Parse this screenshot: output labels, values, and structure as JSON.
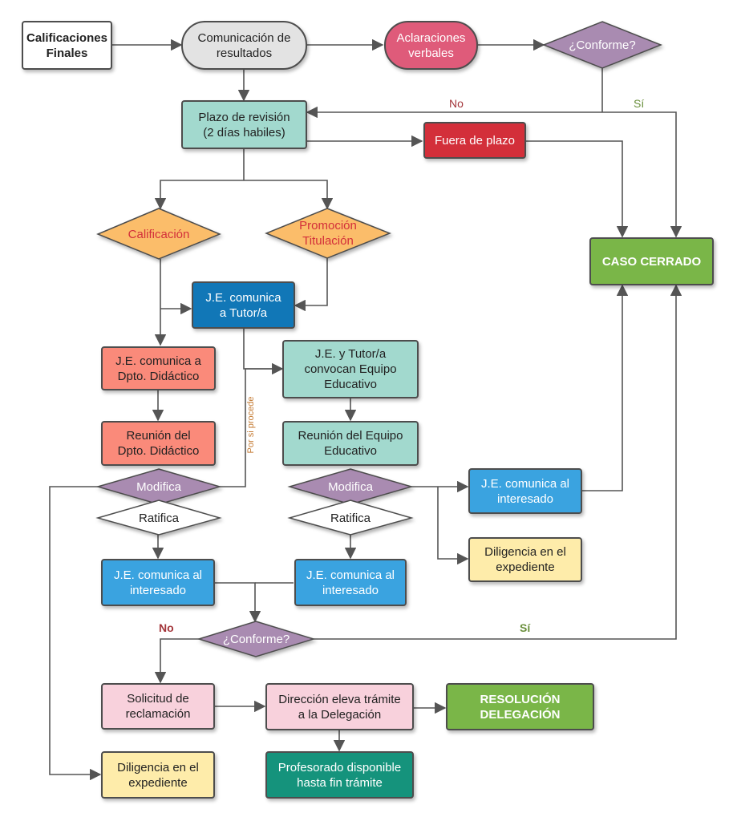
{
  "colors": {
    "line": "#555555",
    "teal": "#a2d9ce",
    "red": "#d32f3a",
    "salmon": "#fa8a7a",
    "blue": "#3aa3e0",
    "dark_blue": "#1177b7",
    "green": "#7ab648",
    "dark_green": "#15937c",
    "pink": "#f8d1dc",
    "yellow": "#feecaa",
    "orange_diamond": "#fbbd6a",
    "purple_diamond": "#a98bb1",
    "grey": "#e3e3e3",
    "magenta": "#df5b7a",
    "label_red": "#a3353a",
    "label_green": "#6a8f3c",
    "label_orange": "#c47a32"
  },
  "nodes": {
    "calificaciones_finales": "Calificaciones\nFinales",
    "comunicacion_resultados": "Comunicación de\nresultados",
    "aclaraciones_verbales": "Aclaraciones\nverbales",
    "conforme_top": "¿Conforme?",
    "plazo_revision": "Plazo de revisión\n(2 días habiles)",
    "fuera_plazo": "Fuera de plazo",
    "calificacion": "Calificación",
    "promocion_titulacion": "Promoción\nTitulación",
    "caso_cerrado": "CASO CERRADO",
    "je_comunica_tutor": "J.E. comunica\na Tutor/a",
    "je_comunica_dpto": "J.E. comunica a\nDpto. Didáctico",
    "je_tutor_convocan": "J.E. y Tutor/a\nconvocan Equipo\nEducativo",
    "reunion_dpto": "Reunión del\nDpto. Didáctico",
    "reunion_equipo": "Reunión del Equipo\nEducativo",
    "modifica_left": "Modifica",
    "ratifica_left": "Ratifica",
    "modifica_right": "Modifica",
    "ratifica_right": "Ratifica",
    "je_comunica_interesado_right": "J.E. comunica al\ninteresado",
    "diligencia_right": "Diligencia en el\nexpediente",
    "je_comunica_interesado_left": "J.E. comunica al\ninteresado",
    "je_comunica_interesado_mid": "J.E. comunica al\ninteresado",
    "conforme_bottom": "¿Conforme?",
    "solicitud_reclamacion": "Solicitud de\nreclamación",
    "direccion_eleva": "Dirección eleva trámite\na la Delegación",
    "resolucion_delegacion": "RESOLUCIÓN\nDELEGACIÓN",
    "diligencia_left": "Diligencia en el\nexpediente",
    "profesorado_disponible": "Profesorado disponible\nhasta fin trámite"
  },
  "labels": {
    "no_top": "No",
    "si_top": "Sí",
    "no_bottom": "No",
    "si_bottom": "Sí",
    "por_si_procede": "Por si procede"
  }
}
